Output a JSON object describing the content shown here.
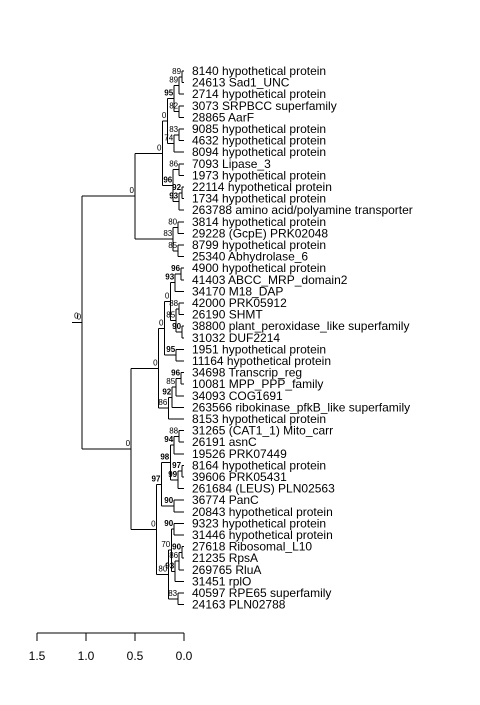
{
  "tree": {
    "leaves": [
      "8140 hypothetical protein",
      "24613 Sad1_UNC",
      "2714 hypothetical protein",
      "3073 SRPBCC superfamily",
      "28865 AarF",
      "9085 hypothetical protein",
      "4632 hypothetical protein",
      "8094 hypothetical protein",
      "7093 Lipase_3",
      "1973 hypothetical protein",
      "22114 hypothetical protein",
      "1734 hypothetical protein",
      "263788 amino acid/polyamine transporter",
      "3814 hypothetical protein",
      "29228 (GcpE) PRK02048",
      "8799 hypothetical protein",
      "25340 Abhydrolase_6",
      "4900 hypothetical protein",
      "41403 ABCC_MRP_domain2",
      "34170 M18_DAP",
      "42000 PRK05912",
      "26190 SHMT",
      "38800 plant_peroxidase_like superfamily",
      "31032 DUF2214",
      "1951 hypothetical protein",
      "11164 hypothetical protein",
      "34698 Transcrip_reg",
      "10081 MPP_PPP_family",
      "34093 COG1691",
      "263566 ribokinase_pfkB_like superfamily",
      "8153 hypothetical protein",
      "31265 (CAT1_1) Mito_carr",
      "26191 asnC",
      "19526 PRK07449",
      "8164 hypothetical protein",
      "39606 PRK05431",
      "261684 (LEUS) PLN02563",
      "36774 PanC",
      "20843 hypothetical protein",
      "9323 hypothetical protein",
      "31446 hypothetical protein",
      "27618 Ribosomal_L10",
      "21235 RpsA",
      "269765 RluA",
      "31451 rplO",
      "40597 RPE65 superfamily",
      "24163 PLN02788"
    ],
    "nodes": [
      {
        "id": "n1",
        "depth": 0.02,
        "children": [
          "L0",
          "L1"
        ],
        "support": "89",
        "bold": false
      },
      {
        "id": "n2",
        "depth": 0.05,
        "children": [
          "n1",
          "L2"
        ],
        "support": "89",
        "bold": false
      },
      {
        "id": "n3",
        "depth": 0.05,
        "children": [
          "L3",
          "L4"
        ],
        "support": "82",
        "bold": false
      },
      {
        "id": "n4",
        "depth": 0.1,
        "children": [
          "n2",
          "n3"
        ],
        "support": "95",
        "bold": true
      },
      {
        "id": "n5",
        "depth": 0.05,
        "children": [
          "L5",
          "L6"
        ],
        "support": "83",
        "bold": false
      },
      {
        "id": "n6",
        "depth": 0.1,
        "children": [
          "n5",
          "L7"
        ],
        "support": "74",
        "bold": false
      },
      {
        "id": "n7",
        "depth": 0.17,
        "children": [
          "n4",
          "n6"
        ],
        "support": "0",
        "bold": false
      },
      {
        "id": "n8",
        "depth": 0.05,
        "children": [
          "L8",
          "L9"
        ],
        "support": "86",
        "bold": false
      },
      {
        "id": "n9",
        "depth": 0.02,
        "children": [
          "L10",
          "L11"
        ],
        "support": "92",
        "bold": true
      },
      {
        "id": "n10",
        "depth": 0.05,
        "children": [
          "n9",
          "L12"
        ],
        "support": "93",
        "bold": true
      },
      {
        "id": "n11",
        "depth": 0.11,
        "children": [
          "n8",
          "n10"
        ],
        "support": "96",
        "bold": true
      },
      {
        "id": "n12",
        "depth": 0.22,
        "children": [
          "n7",
          "n11"
        ],
        "support": "0",
        "bold": false
      },
      {
        "id": "n13",
        "depth": 0.06,
        "children": [
          "L13",
          "L14"
        ],
        "support": "80",
        "bold": false
      },
      {
        "id": "n14",
        "depth": 0.06,
        "children": [
          "L15",
          "L16"
        ],
        "support": "85",
        "bold": false
      },
      {
        "id": "n15",
        "depth": 0.11,
        "children": [
          "n13",
          "n14"
        ],
        "support": "83",
        "bold": false
      },
      {
        "id": "n16",
        "depth": 0.5,
        "children": [
          "n12",
          "n15"
        ],
        "support": "0",
        "bold": false
      },
      {
        "id": "n17",
        "depth": 0.03,
        "children": [
          "L17",
          "L18"
        ],
        "support": "96",
        "bold": true
      },
      {
        "id": "n18",
        "depth": 0.09,
        "children": [
          "n17",
          "L19"
        ],
        "support": "93",
        "bold": true
      },
      {
        "id": "n19",
        "depth": 0.05,
        "children": [
          "L20",
          "L21"
        ],
        "support": "88",
        "bold": false
      },
      {
        "id": "n20",
        "depth": 0.02,
        "children": [
          "L22",
          "L23"
        ],
        "support": "90",
        "bold": true
      },
      {
        "id": "n21",
        "depth": 0.08,
        "children": [
          "n19",
          "n20"
        ],
        "support": "85",
        "bold": false
      },
      {
        "id": "n22",
        "depth": 0.14,
        "children": [
          "n18",
          "n21"
        ],
        "support": "0",
        "bold": false
      },
      {
        "id": "n23",
        "depth": 0.08,
        "children": [
          "L24",
          "L25"
        ],
        "support": "95",
        "bold": true
      },
      {
        "id": "n24",
        "depth": 0.2,
        "children": [
          "n22",
          "n23"
        ],
        "support": "0",
        "bold": false
      },
      {
        "id": "n25",
        "depth": 0.03,
        "children": [
          "L26",
          "L27"
        ],
        "support": "96",
        "bold": true
      },
      {
        "id": "n26",
        "depth": 0.08,
        "children": [
          "n25",
          "L28"
        ],
        "support": "85",
        "bold": false
      },
      {
        "id": "n27",
        "depth": 0.12,
        "children": [
          "n26",
          "L29"
        ],
        "support": "92",
        "bold": true
      },
      {
        "id": "n28",
        "depth": 0.16,
        "children": [
          "n27",
          "L30"
        ],
        "support": "86",
        "bold": false
      },
      {
        "id": "n29",
        "depth": 0.26,
        "children": [
          "n24",
          "n28"
        ],
        "support": "0",
        "bold": false
      },
      {
        "id": "n30",
        "depth": 0.05,
        "children": [
          "L31",
          "L32"
        ],
        "support": "88",
        "bold": false
      },
      {
        "id": "n31",
        "depth": 0.1,
        "children": [
          "n30",
          "L33"
        ],
        "support": "94",
        "bold": true
      },
      {
        "id": "n32",
        "depth": 0.02,
        "children": [
          "L34",
          "L35"
        ],
        "support": "97",
        "bold": true
      },
      {
        "id": "n33",
        "depth": 0.06,
        "children": [
          "n32",
          "L36"
        ],
        "support": "99",
        "bold": true
      },
      {
        "id": "n34",
        "depth": 0.14,
        "children": [
          "n31",
          "n33"
        ],
        "support": "98",
        "bold": true
      },
      {
        "id": "n35",
        "depth": 0.1,
        "children": [
          "L37",
          "L38"
        ],
        "support": "90",
        "bold": true
      },
      {
        "id": "n36",
        "depth": 0.23,
        "children": [
          "n34",
          "n35"
        ],
        "support": "97",
        "bold": true
      },
      {
        "id": "n37",
        "depth": 0.1,
        "children": [
          "L39",
          "L40"
        ],
        "support": "90",
        "bold": true
      },
      {
        "id": "n38",
        "depth": 0.02,
        "children": [
          "L41",
          "L42"
        ],
        "support": "90",
        "bold": true
      },
      {
        "id": "n39",
        "depth": 0.05,
        "children": [
          "n38",
          "L43"
        ],
        "support": "86",
        "bold": false
      },
      {
        "id": "n40",
        "depth": 0.09,
        "children": [
          "n39",
          "L44"
        ],
        "support": "93",
        "bold": true
      },
      {
        "id": "n41",
        "depth": 0.13,
        "children": [
          "n37",
          "n40"
        ],
        "support": "70",
        "bold": false
      },
      {
        "id": "n42",
        "depth": 0.06,
        "children": [
          "L45",
          "L46"
        ],
        "support": "83",
        "bold": false
      },
      {
        "id": "n43",
        "depth": 0.16,
        "children": [
          "n41",
          "n42"
        ],
        "support": "80",
        "bold": false
      },
      {
        "id": "n44",
        "depth": 0.28,
        "children": [
          "n36",
          "n43"
        ],
        "support": "0",
        "bold": false
      },
      {
        "id": "n45",
        "depth": 0.54,
        "children": [
          "n29",
          "n44"
        ],
        "support": "0",
        "bold": false
      },
      {
        "id": "n46",
        "depth": 1.04,
        "children": [
          "n16",
          "n45"
        ],
        "support": "0",
        "bold": false
      },
      {
        "id": "root",
        "depth": 1.04,
        "children": [
          "n46"
        ],
        "support": "0",
        "bold": false
      }
    ]
  },
  "axis": {
    "range": [
      1.5,
      0.0
    ],
    "ticks": [
      1.5,
      1.0,
      0.5,
      0.0
    ],
    "tick_labels": [
      "1.5",
      "1.0",
      "0.5",
      "0.0"
    ]
  }
}
